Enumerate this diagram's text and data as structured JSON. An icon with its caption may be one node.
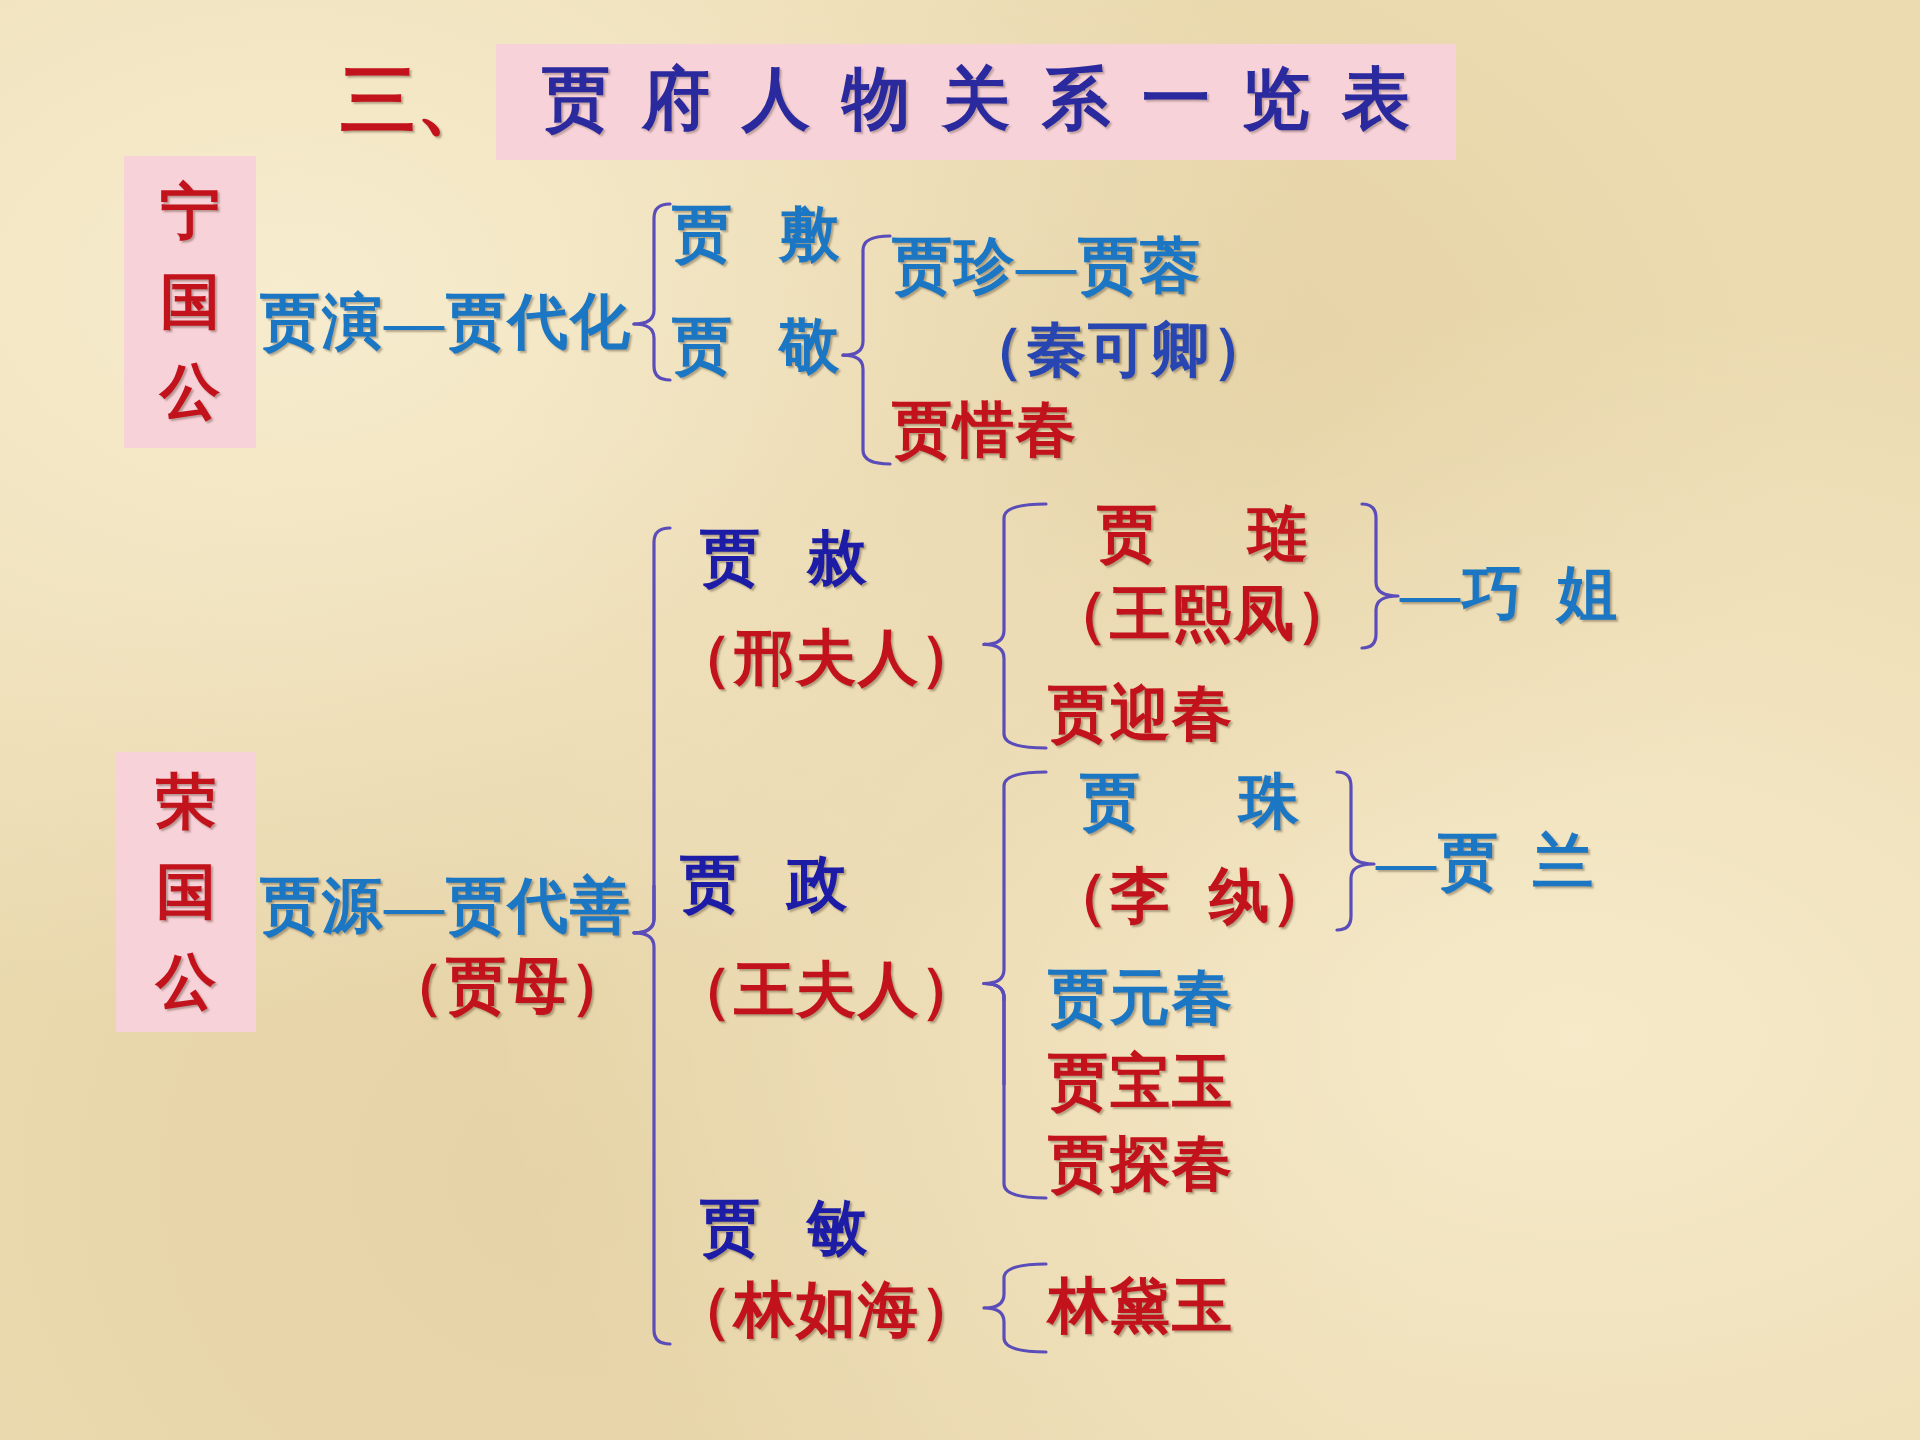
{
  "diagram": {
    "nodes": [
      {
        "text": [
          "三、",
          "贾府人物关系一览表"
        ]
      },
      {
        "text": [
          "宁国公"
        ]
      },
      {
        "text": [
          "贾演—贾代化"
        ]
      },
      {
        "text": [
          "贾 敷"
        ]
      },
      {
        "text": [
          "贾 敬"
        ]
      },
      {
        "text": [
          "贾珍—贾蓉",
          "（秦可卿）"
        ]
      },
      {
        "text": [
          "贾惜春"
        ]
      },
      {
        "text": [
          "荣国公"
        ]
      },
      {
        "text": [
          "贾源—贾代善",
          "（贾母）"
        ]
      },
      {
        "text": [
          "贾 赦",
          "（邢夫人）"
        ]
      },
      {
        "text": [
          "贾 琏",
          "（王熙凤）"
        ]
      },
      {
        "text": [
          "—巧 姐"
        ]
      },
      {
        "text": [
          "贾迎春"
        ]
      },
      {
        "text": [
          "贾 政",
          "（王夫人）"
        ]
      },
      {
        "text": [
          "贾 珠",
          "（李 纨）"
        ]
      },
      {
        "text": [
          "—贾 兰"
        ]
      },
      {
        "text": [
          "贾元春"
        ]
      },
      {
        "text": [
          "贾宝玉"
        ]
      },
      {
        "text": [
          "贾探春"
        ]
      },
      {
        "text": [
          "贾 敏",
          "（林如海）"
        ]
      },
      {
        "text": [
          "林黛玉"
        ]
      }
    ],
    "edges": [
      {
        "from": 2,
        "to": 3,
        "arrow": "none"
      },
      {
        "from": 2,
        "to": 4,
        "arrow": "none"
      },
      {
        "from": 4,
        "to": 5,
        "arrow": "none"
      },
      {
        "from": 4,
        "to": 6,
        "arrow": "none"
      },
      {
        "from": 8,
        "to": 9,
        "arrow": "none"
      },
      {
        "from": 8,
        "to": 13,
        "arrow": "none"
      },
      {
        "from": 8,
        "to": 19,
        "arrow": "none"
      },
      {
        "from": 9,
        "to": 10,
        "arrow": "none"
      },
      {
        "from": 9,
        "to": 12,
        "arrow": "none"
      },
      {
        "from": 10,
        "to": 11,
        "arrow": "none"
      },
      {
        "from": 13,
        "to": 14,
        "arrow": "none"
      },
      {
        "from": 13,
        "to": 16,
        "arrow": "none"
      },
      {
        "from": 13,
        "to": 17,
        "arrow": "none"
      },
      {
        "from": 13,
        "to": 18,
        "arrow": "none"
      },
      {
        "from": 14,
        "to": 15,
        "arrow": "none"
      },
      {
        "from": 19,
        "to": 20,
        "arrow": "none"
      }
    ]
  }
}
